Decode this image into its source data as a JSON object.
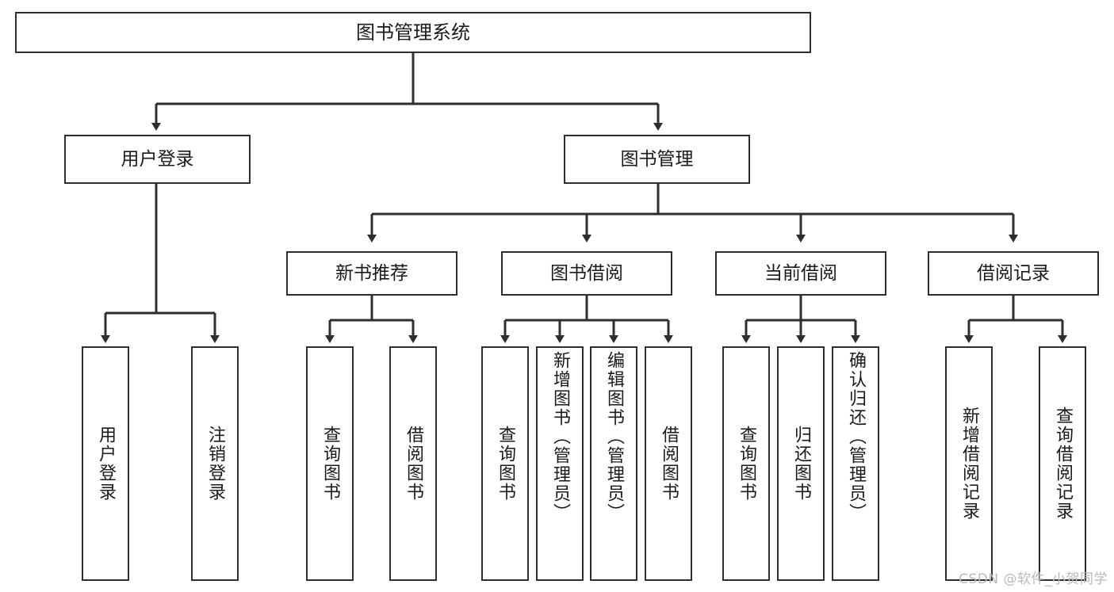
{
  "diagram": {
    "title": "图书管理系统",
    "type": "tree-hierarchy-diagram",
    "colors": {
      "box_border": "#2e2e2e",
      "box_fill": "#ffffff",
      "connector": "#2e2e2e",
      "text": "#1a1a1a",
      "watermark": "#b9b9b9",
      "background": "#ffffff"
    },
    "root": {
      "label": "图书管理系统"
    },
    "level2": [
      {
        "label": "用户登录"
      },
      {
        "label": "图书管理"
      },
      {
        "label": "新书推荐"
      },
      {
        "label": "图书借阅"
      },
      {
        "label": "当前借阅"
      },
      {
        "label": "借阅记录"
      }
    ],
    "leaves": [
      {
        "label": "用户登录"
      },
      {
        "label": "注销登录"
      },
      {
        "label": "查询图书"
      },
      {
        "label": "借阅图书"
      },
      {
        "label": "查询图书"
      },
      {
        "label": "新增图书（管理员）"
      },
      {
        "label": "编辑图书（管理员）"
      },
      {
        "label": "借阅图书"
      },
      {
        "label": "查询图书"
      },
      {
        "label": "归还图书"
      },
      {
        "label": "确认归还（管理员）"
      },
      {
        "label": "新增借阅记录"
      },
      {
        "label": "查询借阅记录"
      }
    ],
    "groups": {
      "user_login_children": [
        "用户登录",
        "注销登录"
      ],
      "new_book_children": [
        "查询图书",
        "借阅图书"
      ],
      "book_borrow_children": [
        "查询图书",
        "新增图书（管理员）",
        "编辑图书（管理员）",
        "借阅图书"
      ],
      "current_borrow_children": [
        "查询图书",
        "归还图书",
        "确认归还（管理员）"
      ],
      "borrow_record_children": [
        "新增借阅记录",
        "查询借阅记录"
      ]
    },
    "watermark": "CSDN @软件_小贺同学"
  }
}
